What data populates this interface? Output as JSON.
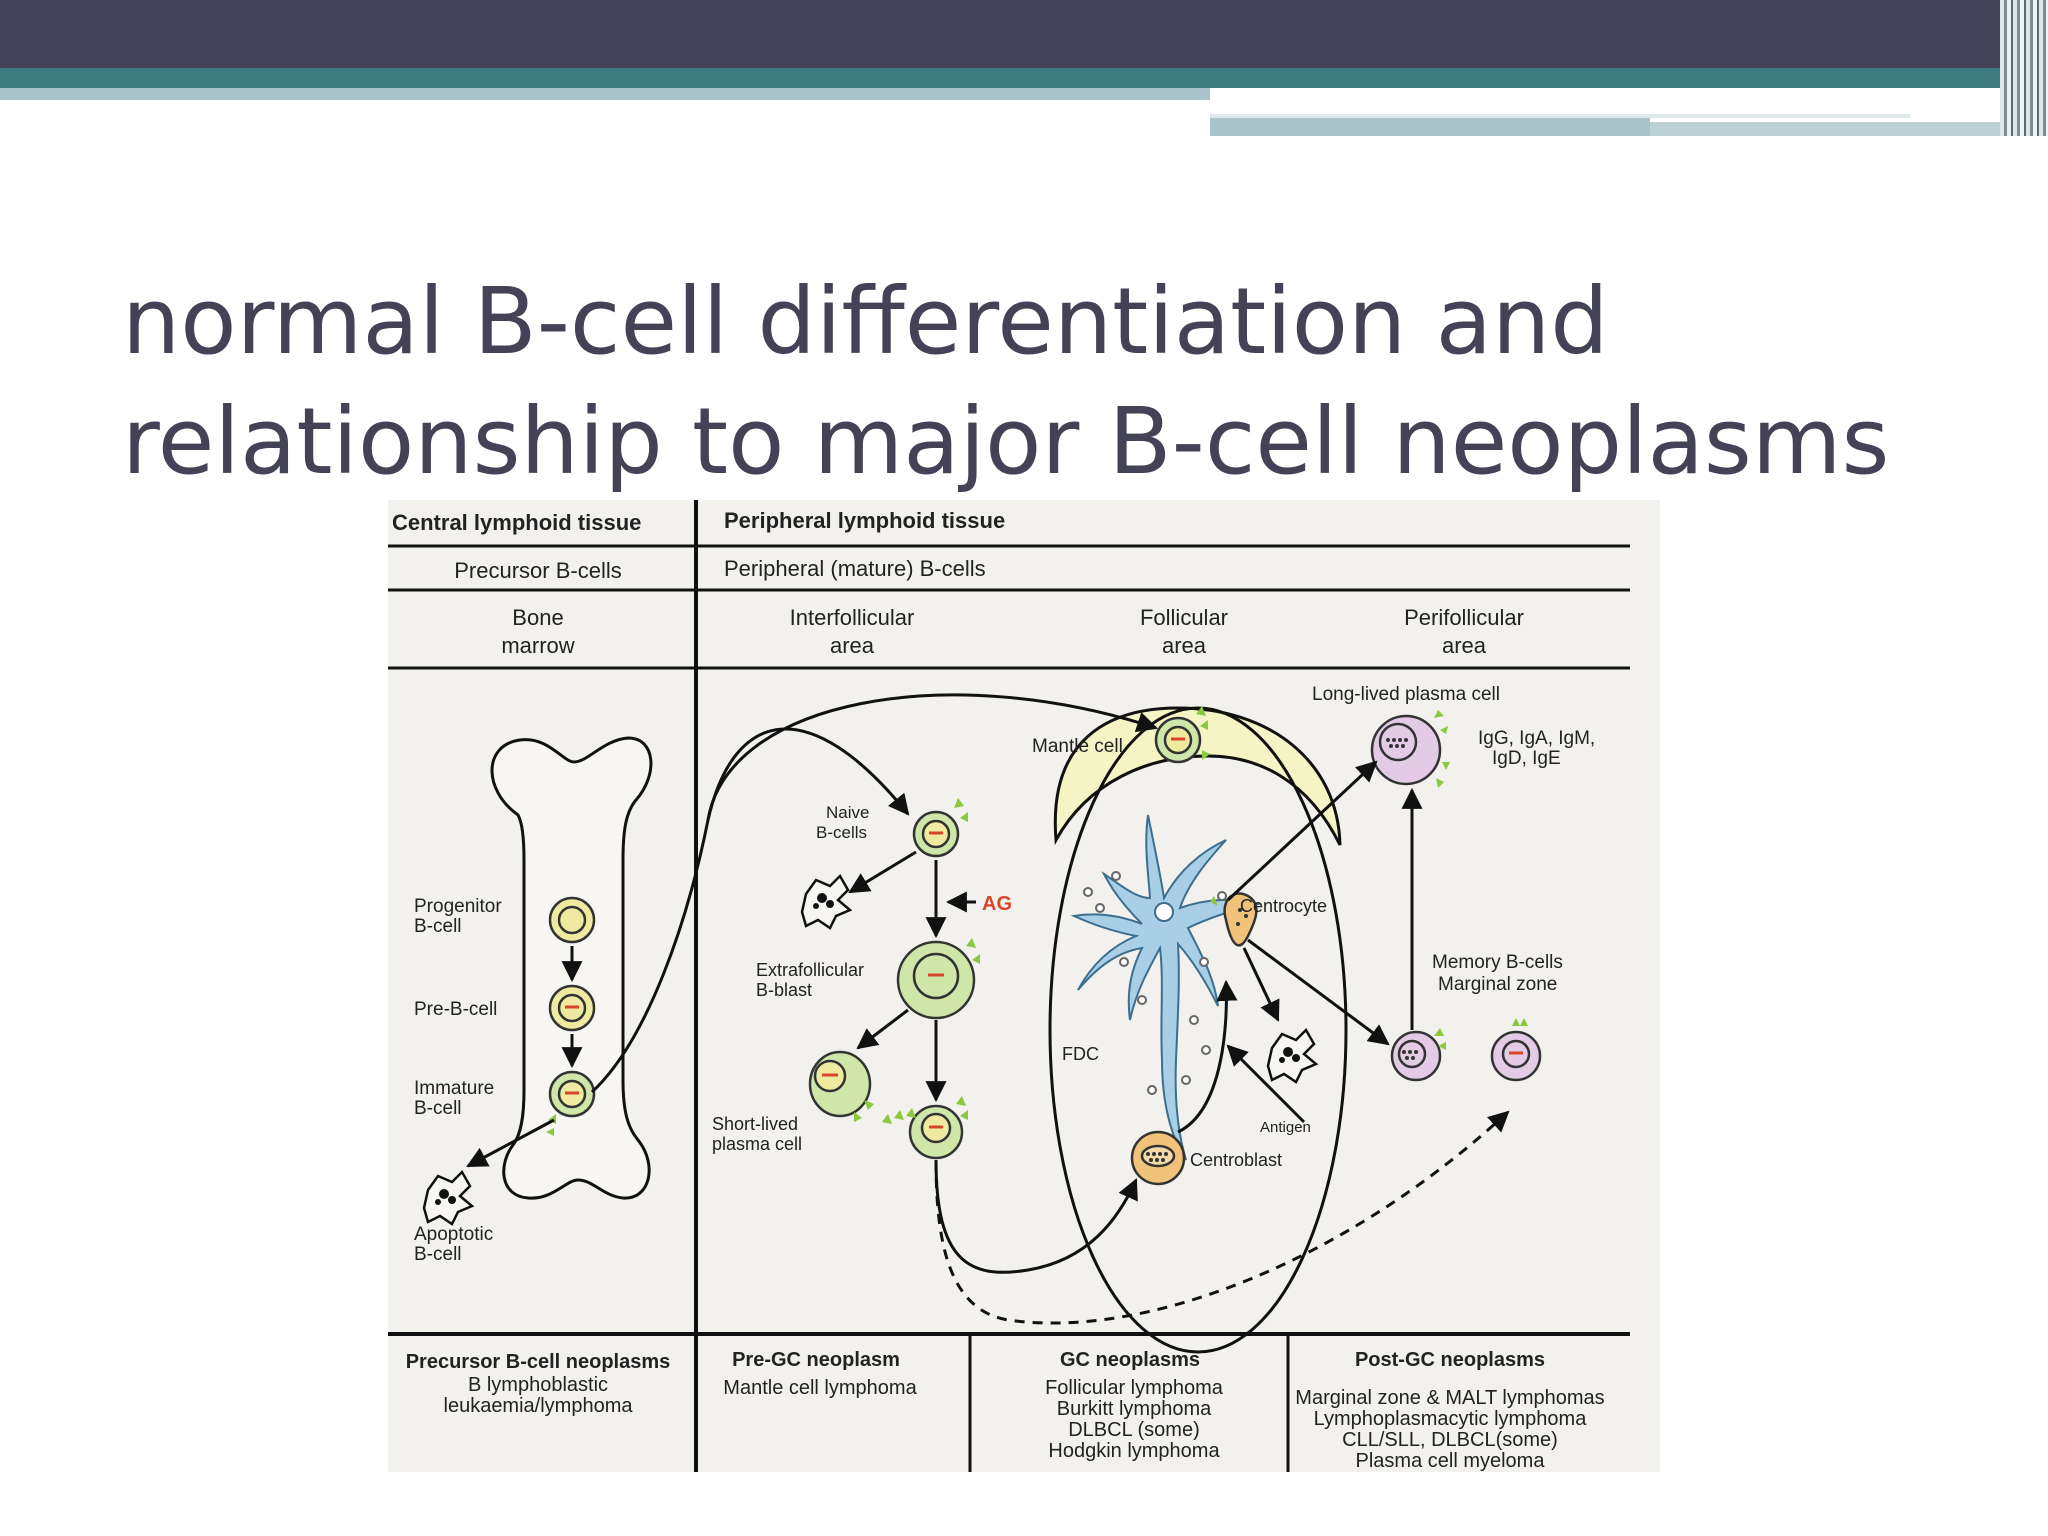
{
  "slide": {
    "title_line1": "normal B-cell differentiation and",
    "title_line2": "relationship to major B-cell neoplasms"
  },
  "diagram": {
    "header": {
      "central": "Central lymphoid tissue",
      "peripheral": "Peripheral lymphoid tissue",
      "precursor": "Precursor B-cells",
      "mature": "Peripheral (mature) B-cells"
    },
    "areas": {
      "bone_l1": "Bone",
      "bone_l2": "marrow",
      "inter_l1": "Interfollicular",
      "inter_l2": "area",
      "foll_l1": "Follicular",
      "foll_l2": "area",
      "peri_l1": "Perifollicular",
      "peri_l2": "area"
    },
    "labels": {
      "progenitor_l1": "Progenitor",
      "progenitor_l2": "B-cell",
      "preb": "Pre-B-cell",
      "immature_l1": "Immature",
      "immature_l2": "B-cell",
      "apoptotic_l1": "Apoptotic",
      "apoptotic_l2": "B-cell",
      "naive_l1": "Naive",
      "naive_l2": "B-cells",
      "ag": "AG",
      "extra_l1": "Extrafollicular",
      "extra_l2": "B-blast",
      "short_l1": "Short-lived",
      "short_l2": "plasma cell",
      "mantle": "Mantle cell",
      "fdc": "FDC",
      "centrocyte": "Centrocyte",
      "centroblast": "Centroblast",
      "antigen": "Antigen",
      "longlived": "Long-lived plasma cell",
      "ig_l1": "IgG, IgA, IgM,",
      "ig_l2": "IgD, IgE",
      "memory_l1": "Memory B-cells",
      "memory_l2": "Marginal zone"
    },
    "neoplasms": {
      "precursor_head": "Precursor B-cell neoplasms",
      "precursor_l1": "B lymphoblastic",
      "precursor_l2": "leukaemia/lymphoma",
      "pregc_head": "Pre-GC neoplasm",
      "pregc_l1": "Mantle cell lymphoma",
      "gc_head": "GC neoplasms",
      "gc_l1": "Follicular lymphoma",
      "gc_l2": "Burkitt lymphoma",
      "gc_l3": "DLBCL (some)",
      "gc_l4": "Hodgkin lymphoma",
      "postgc_head": "Post-GC neoplasms",
      "postgc_l1": "Marginal zone & MALT lymphomas",
      "postgc_l2": "Lymphoplasmacytic lymphoma",
      "postgc_l3": "CLL/SLL, DLBCL(some)",
      "postgc_l4": "Plasma cell myeloma"
    },
    "colors": {
      "cell_green": "#cfe6a8",
      "cell_yellow": "#eeeba0",
      "cell_orange": "#f0c27a",
      "cell_purple": "#e3cbe6",
      "fdc_blue": "#a9cfe6",
      "mantle_zone": "#f4f4c4",
      "receptor_green": "#8dc63f",
      "ag_red": "#d9452b",
      "figure_bg": "#f2f1ee"
    }
  }
}
